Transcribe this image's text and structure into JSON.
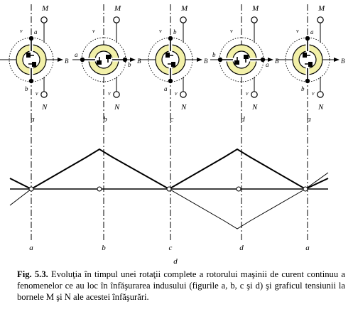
{
  "diagram": {
    "panels": [
      {
        "id": "a",
        "label": "a",
        "top_terminal": "M",
        "bottom_terminal": "N",
        "field": "B",
        "velocity": "v"
      },
      {
        "id": "b",
        "label": "b",
        "top_terminal": "M",
        "bottom_terminal": "N",
        "field": "B",
        "velocity": "v"
      },
      {
        "id": "c",
        "label": "c",
        "top_terminal": "M",
        "bottom_terminal": "N",
        "field": "B",
        "velocity": "v"
      },
      {
        "id": "d",
        "label": "d",
        "top_terminal": "M",
        "bottom_terminal": "N",
        "field": "B",
        "velocity": "v"
      },
      {
        "id": "a2",
        "label": "a",
        "top_terminal": "M",
        "bottom_terminal": "N",
        "field": "B",
        "velocity": "v"
      }
    ],
    "coil_sides": [
      "a",
      "b"
    ],
    "graph_x_labels": [
      "a",
      "b",
      "c",
      "d",
      "a"
    ],
    "graph_extra_label": "d"
  },
  "caption": {
    "label": "Fig. 5.3.",
    "text": "Evoluţia în timpul unei rotaţii complete a rotorului maşinii de curent continuu a fenomenelor ce au loc în înfăşurarea indusului (figurile a, b, c şi d) şi graficul tensiunii la bornele M şi N ale acestei înfăşurări."
  },
  "colors": {
    "coil_ring": "#f2f0a8",
    "line": "#000000",
    "background": "#ffffff"
  }
}
